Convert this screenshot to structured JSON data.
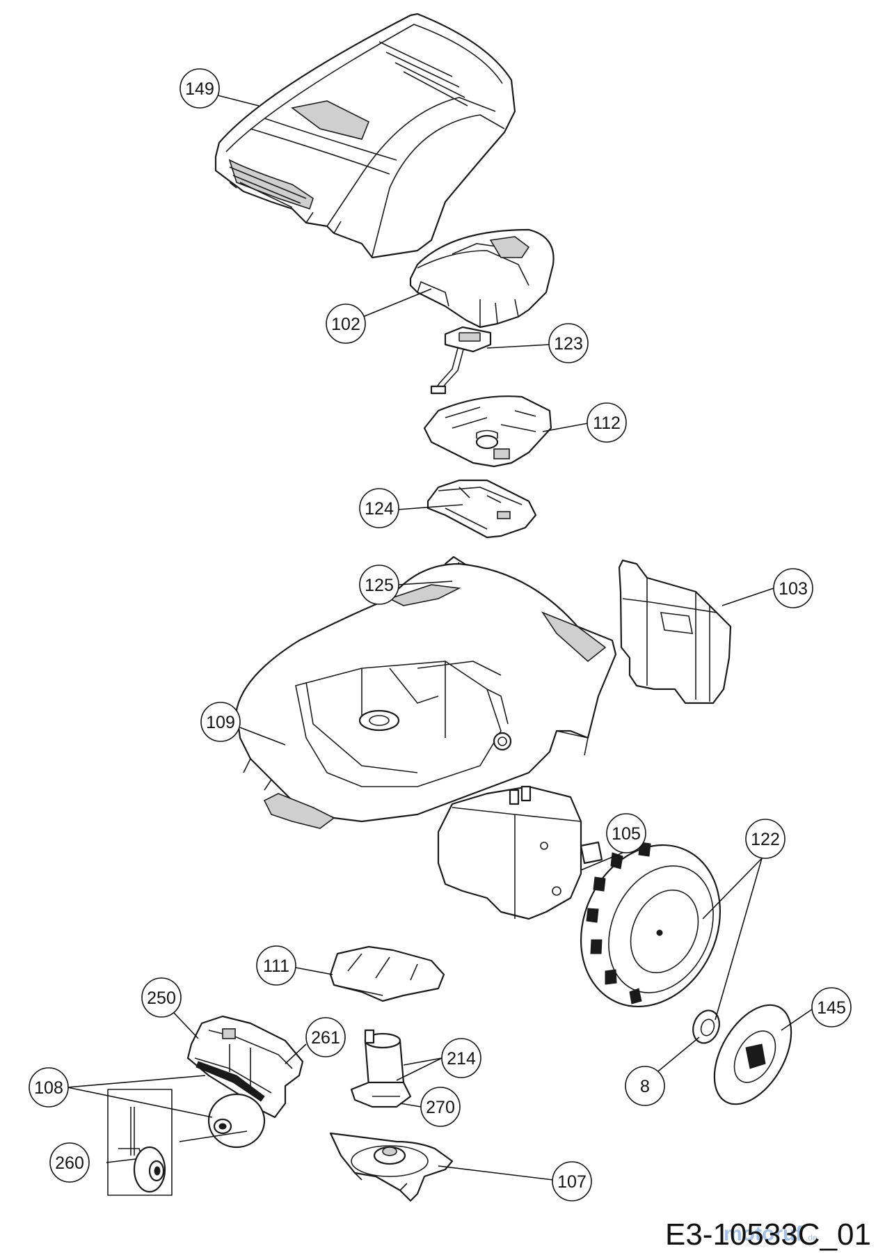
{
  "drawing": {
    "code": "E3-10533C_01",
    "watermark": "motoruf",
    "watermark_suffix": ".de"
  },
  "parts": [
    {
      "key": "p149",
      "label": "149"
    },
    {
      "key": "p102",
      "label": "102"
    },
    {
      "key": "p123",
      "label": "123"
    },
    {
      "key": "p112",
      "label": "112"
    },
    {
      "key": "p124",
      "label": "124"
    },
    {
      "key": "p125",
      "label": "125"
    },
    {
      "key": "p103",
      "label": "103"
    },
    {
      "key": "p109",
      "label": "109"
    },
    {
      "key": "p105",
      "label": "105"
    },
    {
      "key": "p122",
      "label": "122"
    },
    {
      "key": "p111",
      "label": "111"
    },
    {
      "key": "p250",
      "label": "250"
    },
    {
      "key": "p261",
      "label": "261"
    },
    {
      "key": "p214",
      "label": "214"
    },
    {
      "key": "p145",
      "label": "145"
    },
    {
      "key": "p108",
      "label": "108"
    },
    {
      "key": "p270",
      "label": "270"
    },
    {
      "key": "p8",
      "label": "8"
    },
    {
      "key": "p260",
      "label": "260"
    },
    {
      "key": "p107",
      "label": "107"
    }
  ]
}
